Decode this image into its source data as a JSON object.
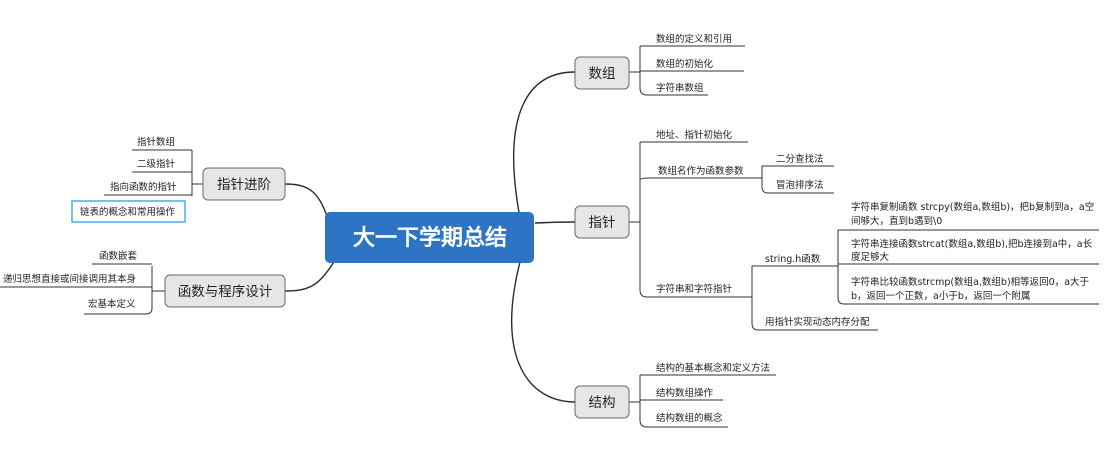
{
  "root": {
    "label": "大一下学期总结"
  },
  "colors": {
    "root": "#2d74c4",
    "branch_fill": "#e6e6e6",
    "selection": "#3aa8e0",
    "line": "#2b2b2b"
  },
  "branches": {
    "arrays": {
      "label": "数组",
      "items": [
        "数组的定义和引用",
        "数组的初始化",
        "字符串数组"
      ]
    },
    "pointers": {
      "label": "指针",
      "address_init": "地址、指针初始化",
      "array_name_param": {
        "label": "数组名作为函数参数",
        "items": [
          "二分查找法",
          "冒泡排序法"
        ]
      },
      "strings_and_pointers": {
        "label": "字符串和字符指针",
        "string_h": {
          "label": "string.h函数",
          "strcpy": [
            "字符串复制函数 strcpy(数组a,数组b)，把b复制到a，a空",
            "间够大，直到b遇到\\0"
          ],
          "strcat": [
            "字符串连接函数strcat(数组a,数组b),把b连接到a中，a长",
            "度足够大"
          ],
          "strcmp": [
            "字符串比较函数strcmp(数组a,数组b)相等返回0，a大于",
            "b，返回一个正数，a小于b，返回一个附属"
          ]
        },
        "dynamic_alloc": "用指针实现动态内存分配"
      }
    },
    "structs": {
      "label": "结构",
      "items": [
        "结构的基本概念和定义方法",
        "结构数组操作",
        "结构数组的概念"
      ]
    },
    "advanced_pointers": {
      "label": "指针进阶",
      "items": [
        "指针数组",
        "二级指针",
        "指向函数的指针",
        "链表的概念和常用操作"
      ]
    },
    "functions": {
      "label": "函数与程序设计",
      "items": [
        "函数嵌套",
        "递归思想直接或间接调用其本身",
        "宏基本定义"
      ]
    }
  }
}
